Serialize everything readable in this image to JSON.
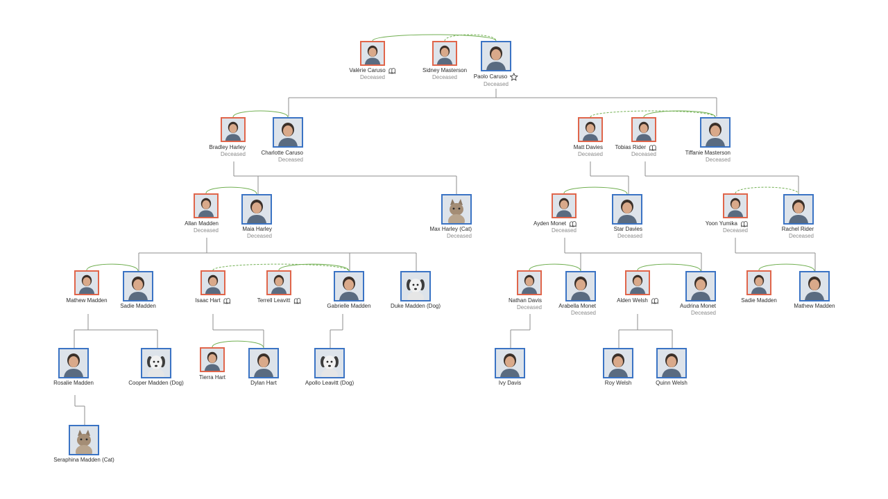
{
  "colors": {
    "partner_line": "#6fae4f",
    "parent_line": "#8e8e8e",
    "primary_border": "#3a73c4",
    "spouse_border": "#e0654a",
    "status_text": "#8a8a8a"
  },
  "sims": {
    "valerie_caruso": {
      "name": "Valérie Caruso",
      "status": "Deceased",
      "badge": "ghost-icon",
      "portrait": "sim-portrait"
    },
    "sidney_masterson": {
      "name": "Sidney Masterson",
      "status": "Deceased",
      "badge": "",
      "portrait": "sim-portrait"
    },
    "paolo_caruso": {
      "name": "Paolo Caruso",
      "status": "Deceased",
      "badge": "star-icon",
      "portrait": "sim-portrait"
    },
    "bradley_harley": {
      "name": "Bradley Harley",
      "status": "Deceased",
      "badge": "",
      "portrait": "sim-portrait"
    },
    "charlotte_caruso": {
      "name": "Charlotte Caruso",
      "status": "Deceased",
      "badge": "",
      "portrait": "sim-portrait"
    },
    "matt_davies": {
      "name": "Matt Davies",
      "status": "Deceased",
      "badge": "",
      "portrait": "sim-portrait"
    },
    "tobias_rider": {
      "name": "Tobias Rider",
      "status": "Deceased",
      "badge": "ghost-icon",
      "portrait": "sim-portrait"
    },
    "tiffanie_masterson": {
      "name": "Tiffanie Masterson",
      "status": "Deceased",
      "badge": "",
      "portrait": "sim-portrait"
    },
    "allan_madden": {
      "name": "Allan Madden",
      "status": "Deceased",
      "badge": "",
      "portrait": "sim-portrait"
    },
    "maia_harley": {
      "name": "Maia Harley",
      "status": "Deceased",
      "badge": "",
      "portrait": "sim-portrait"
    },
    "max_harley": {
      "name": "Max Harley (Cat)",
      "status": "Deceased",
      "badge": "",
      "portrait": "cat-portrait"
    },
    "ayden_monet": {
      "name": "Ayden Monet",
      "status": "Deceased",
      "badge": "ghost-icon",
      "portrait": "sim-portrait"
    },
    "star_davies": {
      "name": "Star Davies",
      "status": "Deceased",
      "badge": "",
      "portrait": "sim-portrait"
    },
    "yoon_yumika": {
      "name": "Yoon Yumika",
      "status": "Deceased",
      "badge": "ghost-icon",
      "portrait": "sim-portrait"
    },
    "rachel_rider": {
      "name": "Rachel Rider",
      "status": "Deceased",
      "badge": "",
      "portrait": "sim-portrait"
    },
    "mathew_madden_1": {
      "name": "Mathew Madden",
      "status": "",
      "badge": "",
      "portrait": "sim-portrait"
    },
    "sadie_madden_1": {
      "name": "Sadie Madden",
      "status": "",
      "badge": "",
      "portrait": "sim-portrait"
    },
    "isaac_hart": {
      "name": "Isaac Hart",
      "status": "",
      "badge": "ghost-icon",
      "portrait": "sim-portrait"
    },
    "terrell_leavitt": {
      "name": "Terrell Leavitt",
      "status": "",
      "badge": "ghost-icon",
      "portrait": "sim-portrait"
    },
    "gabrielle_madden": {
      "name": "Gabrielle Madden",
      "status": "",
      "badge": "",
      "portrait": "sim-portrait"
    },
    "duke_madden": {
      "name": "Duke Madden (Dog)",
      "status": "",
      "badge": "",
      "portrait": "dog-portrait"
    },
    "nathan_davis": {
      "name": "Nathan Davis",
      "status": "Deceased",
      "badge": "",
      "portrait": "sim-portrait"
    },
    "arabella_monet": {
      "name": "Arabella Monet",
      "status": "Deceased",
      "badge": "",
      "portrait": "sim-portrait"
    },
    "alden_welsh": {
      "name": "Alden Welsh",
      "status": "",
      "badge": "ghost-icon",
      "portrait": "sim-portrait"
    },
    "audrina_monet": {
      "name": "Audrina Monet",
      "status": "Deceased",
      "badge": "",
      "portrait": "sim-portrait"
    },
    "sadie_madden_2": {
      "name": "Sadie Madden",
      "status": "",
      "badge": "",
      "portrait": "sim-portrait"
    },
    "mathew_madden_2": {
      "name": "Mathew Madden",
      "status": "",
      "badge": "",
      "portrait": "sim-portrait"
    },
    "rosalie_madden": {
      "name": "Rosalie Madden",
      "status": "",
      "badge": "",
      "portrait": "sim-portrait"
    },
    "cooper_madden": {
      "name": "Cooper Madden (Dog)",
      "status": "",
      "badge": "",
      "portrait": "dog-portrait"
    },
    "tierra_hart": {
      "name": "Tierra Hart",
      "status": "",
      "badge": "",
      "portrait": "sim-portrait"
    },
    "dylan_hart": {
      "name": "Dylan Hart",
      "status": "",
      "badge": "",
      "portrait": "sim-portrait"
    },
    "apollo_leavitt": {
      "name": "Apollo Leavitt (Dog)",
      "status": "",
      "badge": "",
      "portrait": "dog-portrait"
    },
    "ivy_davis": {
      "name": "Ivy Davis",
      "status": "",
      "badge": "",
      "portrait": "sim-portrait"
    },
    "roy_welsh": {
      "name": "Roy Welsh",
      "status": "",
      "badge": "",
      "portrait": "sim-portrait"
    },
    "quinn_welsh": {
      "name": "Quinn Welsh",
      "status": "",
      "badge": "",
      "portrait": "sim-portrait"
    },
    "seraphina_madden": {
      "name": "Seraphina Madden (Cat)",
      "status": "",
      "badge": "",
      "portrait": "cat-portrait"
    }
  },
  "partnerships": [
    {
      "a": "valerie_caruso",
      "b": "paolo_caruso",
      "style": "solid"
    },
    {
      "a": "sidney_masterson",
      "b": "paolo_caruso",
      "style": "dashed"
    },
    {
      "a": "bradley_harley",
      "b": "charlotte_caruso",
      "style": "solid"
    },
    {
      "a": "matt_davies",
      "b": "tiffanie_masterson",
      "style": "dashed"
    },
    {
      "a": "tobias_rider",
      "b": "tiffanie_masterson",
      "style": "solid"
    },
    {
      "a": "allan_madden",
      "b": "maia_harley",
      "style": "solid"
    },
    {
      "a": "ayden_monet",
      "b": "star_davies",
      "style": "solid"
    },
    {
      "a": "yoon_yumika",
      "b": "rachel_rider",
      "style": "dashed"
    },
    {
      "a": "mathew_madden_1",
      "b": "sadie_madden_1",
      "style": "solid"
    },
    {
      "a": "isaac_hart",
      "b": "gabrielle_madden",
      "style": "dashed"
    },
    {
      "a": "terrell_leavitt",
      "b": "gabrielle_madden",
      "style": "solid"
    },
    {
      "a": "nathan_davis",
      "b": "arabella_monet",
      "style": "solid"
    },
    {
      "a": "alden_welsh",
      "b": "audrina_monet",
      "style": "solid"
    },
    {
      "a": "sadie_madden_2",
      "b": "mathew_madden_2",
      "style": "solid"
    },
    {
      "a": "tierra_hart",
      "b": "dylan_hart",
      "style": "solid"
    }
  ]
}
